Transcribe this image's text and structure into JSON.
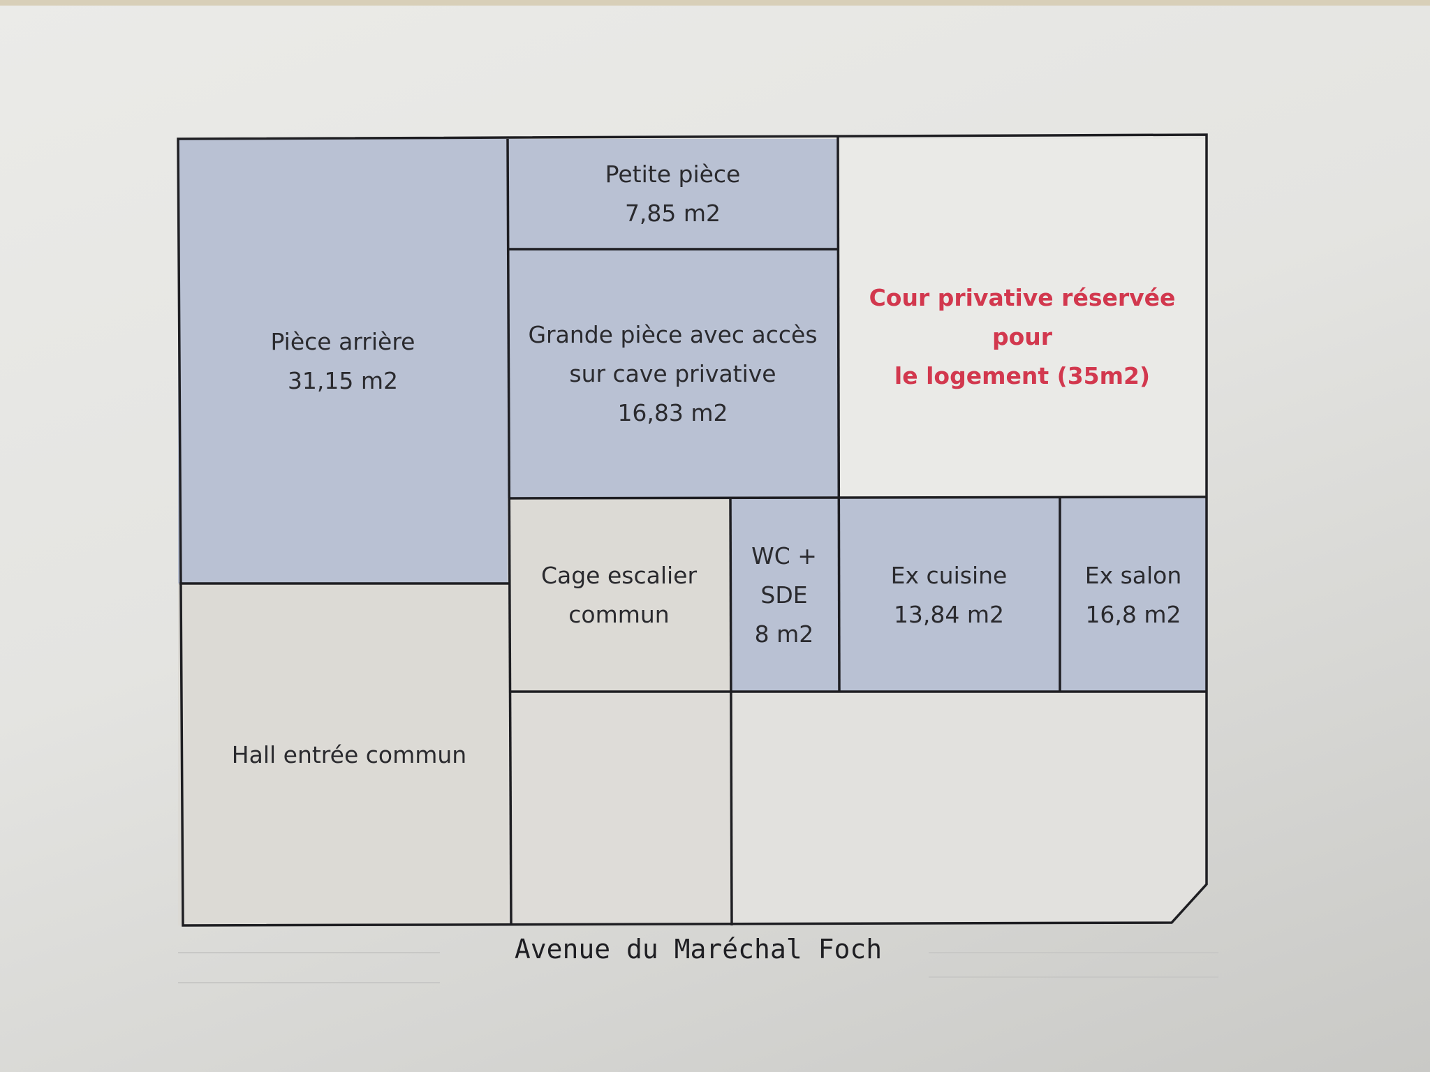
{
  "plan": {
    "rooms": [
      {
        "id": "piece-arriere",
        "lines": [
          "Pièce arrière",
          "31,15 m2"
        ]
      },
      {
        "id": "petite-piece",
        "lines": [
          "Petite pièce",
          "7,85 m2"
        ]
      },
      {
        "id": "grande-piece",
        "lines": [
          "Grande pièce avec accès",
          "sur cave privative",
          "16,83 m2"
        ]
      },
      {
        "id": "cour",
        "lines": [
          "Cour privative réservée pour",
          "le logement (35m2)"
        ]
      },
      {
        "id": "cage-escalier",
        "lines": [
          "Cage escalier",
          "commun"
        ]
      },
      {
        "id": "wc-sde",
        "lines": [
          "WC +",
          "SDE",
          "8 m2"
        ]
      },
      {
        "id": "ex-cuisine",
        "lines": [
          "Ex cuisine",
          "13,84 m2"
        ]
      },
      {
        "id": "ex-salon",
        "lines": [
          "Ex salon",
          "16,8 m2"
        ]
      },
      {
        "id": "hall",
        "lines": [
          "Hall entrée commun"
        ]
      }
    ],
    "street": "Avenue du Maréchal Foch"
  },
  "colors": {
    "private_room": "#b9c1d3",
    "common_area": "#dcdad5",
    "courtyard": "#e9e9e6",
    "highlight_text": "#d2384e",
    "walls": "#1e1e22"
  }
}
